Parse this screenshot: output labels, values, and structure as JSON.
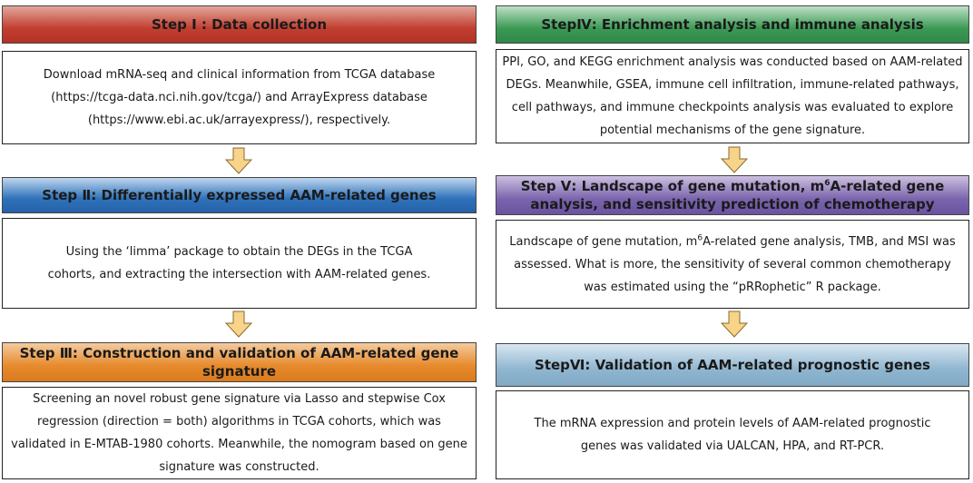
{
  "steps": [
    {
      "title": "Step Ⅰ : Data collection",
      "text": "Download mRNA-seq and clinical information from TCGA database (https://tcga-data.nci.nih.gov/tcga/) and ArrayExpress database (https://www.ebi.ac.uk/arrayexpress/), respectively."
    },
    {
      "title": "Step Ⅱ: Differentially expressed AAM-related genes",
      "text": "Using the ‘limma’ package to obtain the DEGs in the TCGA cohorts, and extracting the intersection with AAM-related genes."
    },
    {
      "title": "Step Ⅲ: Construction and validation of AAM-related gene signature",
      "text": "Screening an novel robust gene signature via Lasso and stepwise Cox regression (direction = both) algorithms in TCGA cohorts, which was validated in E-MTAB-1980 cohorts. Meanwhile, the nomogram based on gene signature was constructed."
    },
    {
      "title": "StepⅣ: Enrichment analysis and immune analysis",
      "text": "PPI, GO, and KEGG enrichment analysis was conducted based on AAM-related DEGs. Meanwhile, GSEA, immune cell infiltration, immune-related pathways, cell pathways, and immune checkpoints analysis was evaluated to explore potential mechanisms of the gene signature."
    },
    {
      "title_part1": "Step Ⅴ: Landscape of gene mutation, m",
      "title_sup": "6",
      "title_part2": "A-related gene analysis, and sensitivity prediction of chemotherapy",
      "text_part1": "Landscape of gene mutation, m",
      "text_sup": "6",
      "text_part2": "A-related gene analysis, TMB, and MSI was assessed. What is more, the sensitivity of several common chemotherapy was estimated using the “pRRophetic” R package."
    },
    {
      "title": "StepⅥ: Validation of AAM-related prognostic genes",
      "text": "The mRNA expression and protein levels of AAM-related prognostic genes was validated via UALCAN, HPA, and RT-PCR."
    }
  ],
  "colors": {
    "step1": "#c13f31",
    "step2": "#2e72ba",
    "step3": "#e68a2c",
    "step4": "#3c9a55",
    "step5": "#7a64ad",
    "step6": "#8fb6d0",
    "arrow_fill": "#f7d48a",
    "arrow_stroke": "#8a6a2a"
  }
}
